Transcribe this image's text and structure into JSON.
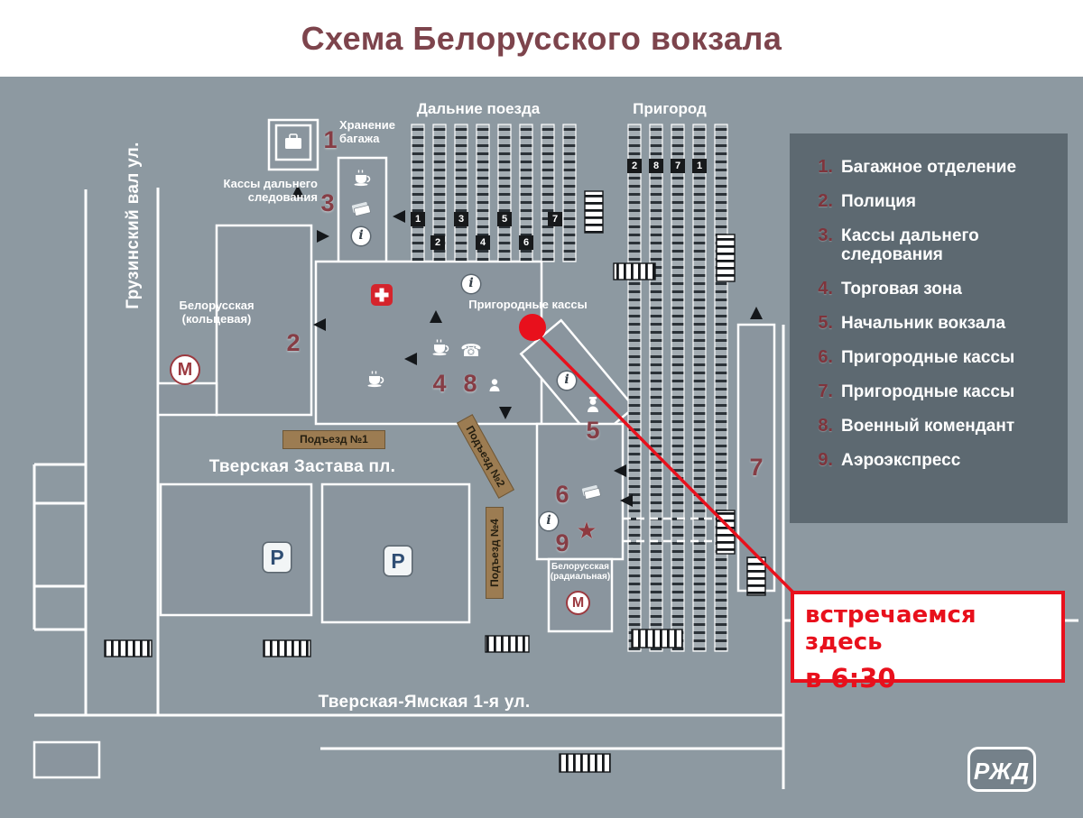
{
  "title": "Схема Белорусского вокзала",
  "areas": {
    "long_distance": "Дальние поезда",
    "suburban": "Пригород"
  },
  "streets": {
    "left": "Грузинский вал ул.",
    "square": "Тверская Застава пл.",
    "bottom": "Тверская-Ямская 1-я ул."
  },
  "legend": {
    "items": [
      {
        "num": "1.",
        "label": "Багажное отделение"
      },
      {
        "num": "2.",
        "label": "Полиция"
      },
      {
        "num": "3.",
        "label": "Кассы дальнего следования"
      },
      {
        "num": "4.",
        "label": "Торговая зона"
      },
      {
        "num": "5.",
        "label": "Начальник вокзала"
      },
      {
        "num": "6.",
        "label": "Пригородные кассы"
      },
      {
        "num": "7.",
        "label": "Пригородные кассы"
      },
      {
        "num": "8.",
        "label": "Военный комендант"
      },
      {
        "num": "9.",
        "label": "Аэроэкспресс"
      }
    ]
  },
  "map_labels": {
    "luggage": "Хранение багажа",
    "ld_tickets": "Кассы дальнего следования",
    "metro_ring": "Белорусская (кольцевая)",
    "metro_radial": "Белорусская (радиальная)",
    "suburban_tickets": "Пригородные кассы",
    "entrance1": "Подъезд №1",
    "entrance2": "Подъезд №2",
    "entrance4": "Подъезд №4"
  },
  "map_numbers": [
    "1",
    "2",
    "3",
    "4",
    "5",
    "6",
    "7",
    "8",
    "9"
  ],
  "platform_numbers": {
    "long_distance_top": [
      "1",
      "3",
      "5",
      "7"
    ],
    "long_distance_bottom": [
      "2",
      "4",
      "6"
    ],
    "suburban": [
      "2",
      "8",
      "7",
      "1"
    ]
  },
  "icons": {
    "info": "i",
    "metro": "М",
    "parking": "P",
    "phone": "☎",
    "star": "★"
  },
  "annotation": {
    "line1": "встречаемся здесь",
    "line2": "в 6:30"
  },
  "logo": "РЖД",
  "colors": {
    "accent_red": "#e8101c",
    "maroon": "#863d45",
    "title": "#7d444c",
    "map_bg": "#8d99a1",
    "legend_bg": "#5d6971",
    "building": "#8a959e",
    "badge_bg": "#9c7c52",
    "parking_p": "#2f4e74",
    "metro_red": "#9c3a40"
  }
}
